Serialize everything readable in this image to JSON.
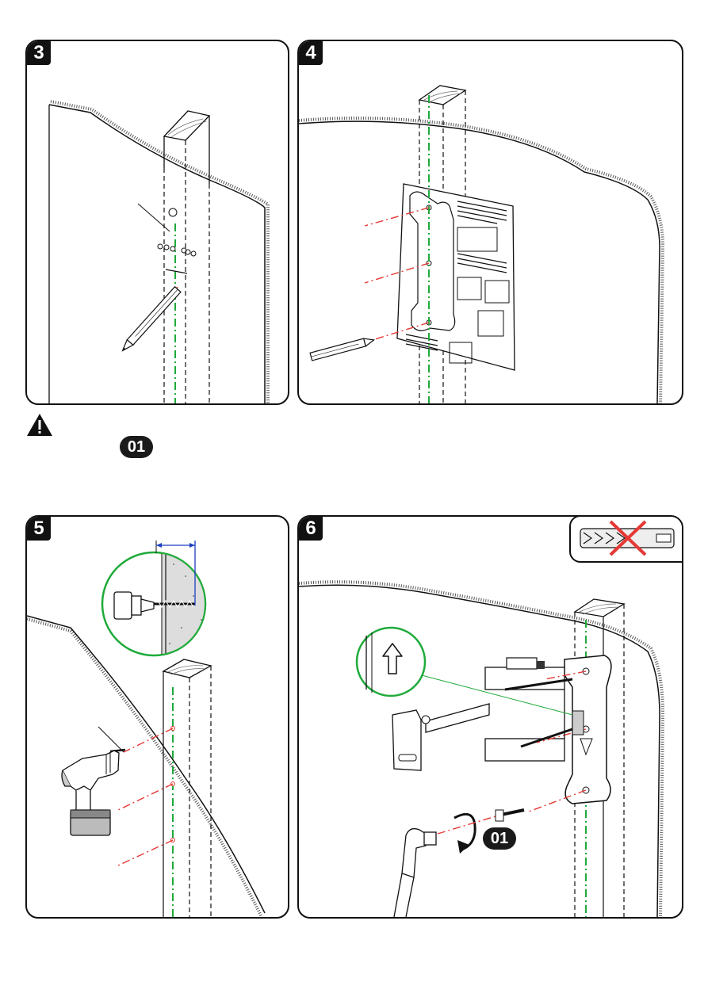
{
  "steps": [
    {
      "number": "3"
    },
    {
      "number": "4"
    },
    {
      "number": "5"
    },
    {
      "number": "6"
    }
  ],
  "warning": {
    "icon": "warning-triangle-icon",
    "symbol": "!"
  },
  "part_label": "01",
  "part_label_step6": "01",
  "colors": {
    "cut_line": "#e53935",
    "center_line": "#1faa3a",
    "dimension": "#1e3fbf",
    "outline": "#111111"
  }
}
